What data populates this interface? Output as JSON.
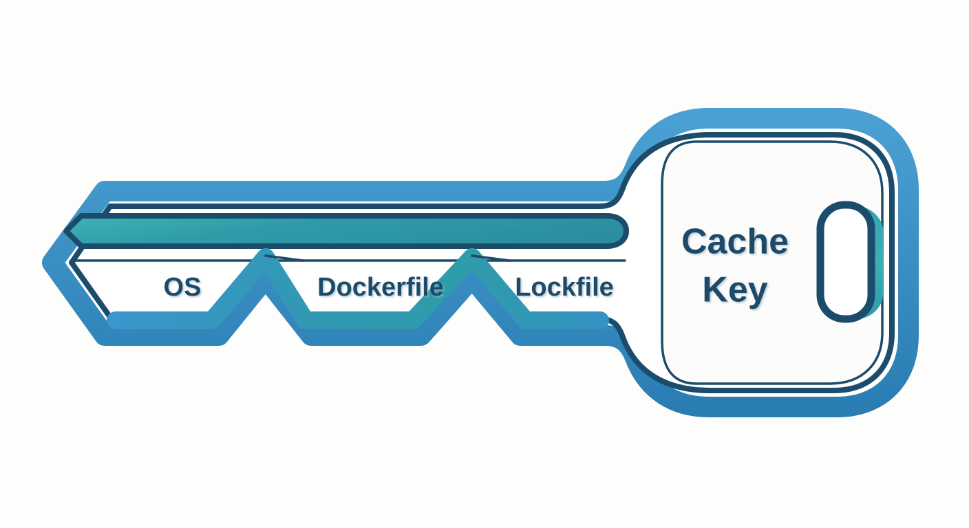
{
  "illustration": {
    "title": "Cache Key",
    "subject": "key-diagram",
    "background_color": "#fdfdfc"
  },
  "palette": {
    "outline_navy": "#1b4c6b",
    "outline_navy_dark": "#173f5a",
    "blue_body": "#2e86bd",
    "blue_body_light": "#3f9ad0",
    "teal_accent": "#2e9ca8",
    "teal_accent_light": "#40b3b8",
    "panel_white": "#fcfcfb",
    "text_navy": "#1b4c6b"
  },
  "key": {
    "head": {
      "label_line_1": "Cache",
      "label_line_2": "Key",
      "keyhole_name": "keyring-hole"
    },
    "blade": {
      "tooth_labels": [
        {
          "id": "os",
          "text": "OS"
        },
        {
          "id": "dockerfile",
          "text": "Dockerfile"
        },
        {
          "id": "lockfile",
          "text": "Lockfile"
        }
      ]
    }
  },
  "chart_data": {
    "type": "diagram",
    "title": "Cache Key",
    "description": "A stylized key whose blade teeth are labelled with the cache key components and whose head is labelled Cache Key.",
    "nodes": [
      {
        "id": "os",
        "label": "OS",
        "role": "blade-tooth-segment",
        "order": 1
      },
      {
        "id": "dockerfile",
        "label": "Dockerfile",
        "role": "blade-tooth-segment",
        "order": 2
      },
      {
        "id": "lockfile",
        "label": "Lockfile",
        "role": "blade-tooth-segment",
        "order": 3
      },
      {
        "id": "cache-key",
        "label": "Cache Key",
        "role": "key-head",
        "order": 4
      }
    ],
    "legend": [],
    "annotations": []
  }
}
